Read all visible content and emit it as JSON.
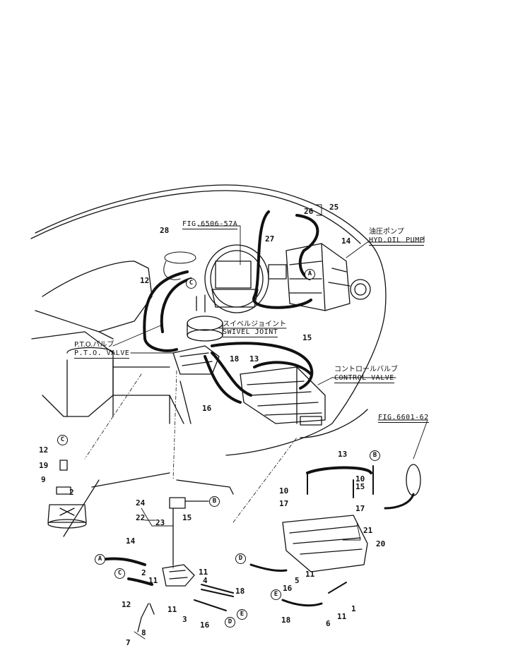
{
  "labels": {
    "fig_swivel": "FIG.6506-57A",
    "fig_control": "FIG.6601-62",
    "hyd_pump_jp": "油圧ポンプ",
    "hyd_pump_en": "HYD.OIL PUMP",
    "swivel_jp": "スイベルジョイント",
    "swivel_en": "SWIVEL JOINT",
    "pto_jp": "P.T.O.バルブ",
    "pto_en": "P.T.O. VALVE",
    "control_jp": "コントロールバルブ",
    "control_en": "CONTROL VALVE"
  },
  "callouts": {
    "c25": "25",
    "c26": "26",
    "c27": "27",
    "c14a": "14",
    "c28": "28",
    "c12a": "12",
    "c15a": "15",
    "c13a": "13",
    "c18a": "18",
    "c16a": "16",
    "c12b": "12",
    "c19": "19",
    "c9": "9",
    "c2a": "2",
    "c24": "24",
    "c15b": "15",
    "c22": "22",
    "c23": "23",
    "c14b": "14",
    "c2b": "2",
    "c11a": "11",
    "c12c": "12",
    "c11b": "11",
    "c4": "4",
    "c18b": "18",
    "c11c": "11",
    "c3": "3",
    "c16b": "16",
    "c8": "8",
    "c7": "7",
    "c13b": "13",
    "c10a": "10",
    "c10b": "10",
    "c15c": "15",
    "c17a": "17",
    "c17b": "17",
    "c21": "21",
    "c20": "20",
    "c11d": "11",
    "c5": "5",
    "c16c": "16",
    "c18c": "18",
    "c6": "6",
    "c11e": "11",
    "c1": "1"
  },
  "markers": {
    "a1": "A",
    "a2": "A",
    "b1": "B",
    "b2": "B",
    "c1": "C",
    "c2": "C",
    "c3": "C",
    "d1": "D",
    "d2": "D",
    "e1": "E",
    "e2": "E"
  }
}
